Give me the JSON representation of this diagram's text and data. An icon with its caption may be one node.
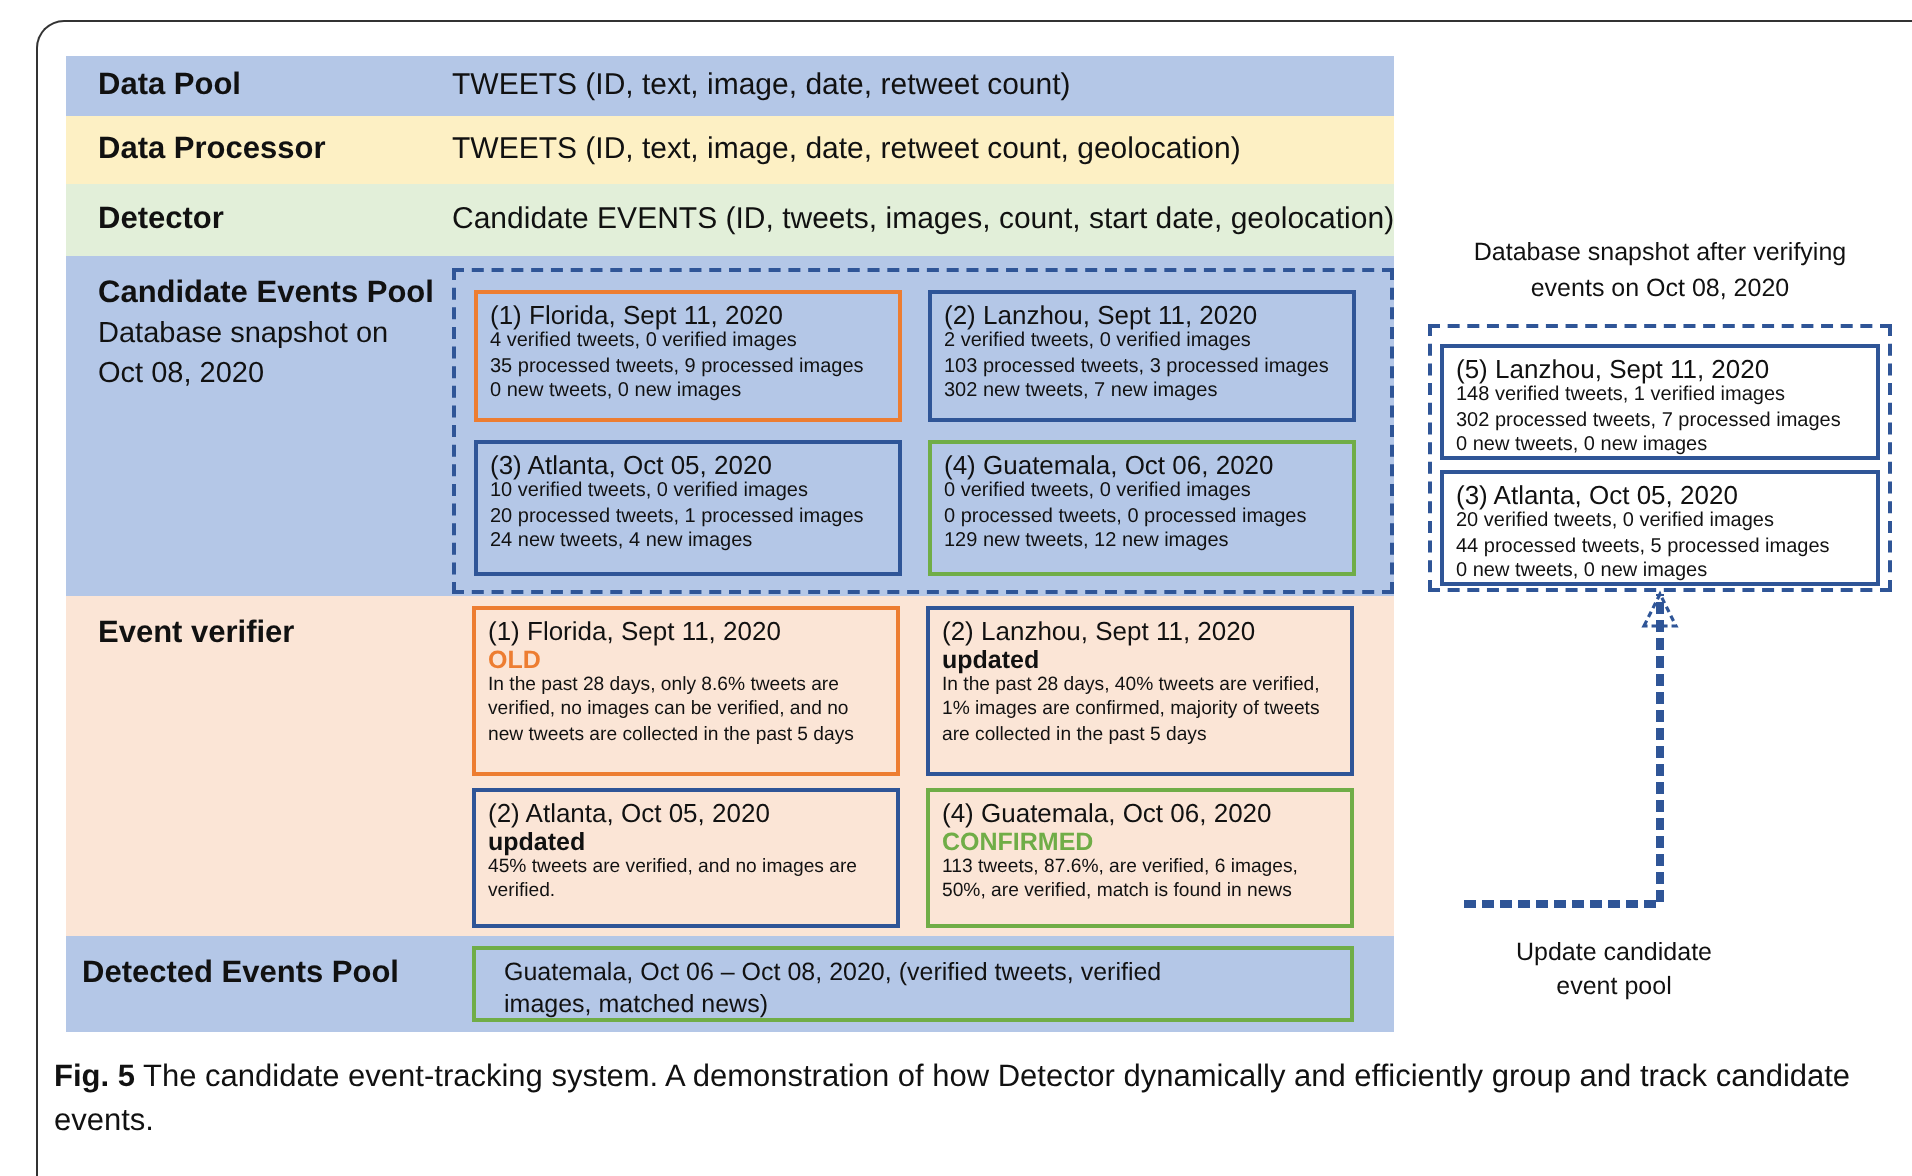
{
  "diagram": {
    "caption": "**Fig. 5** The candidate event-tracking system. A demonstration of how Detector dynamically and efficiently group and track candidate events.",
    "nodes": [
      {
        "text": [
          "Data Pool",
          "TWEETS (ID, text, image, date, retweet count)"
        ]
      },
      {
        "text": [
          "Data Processor",
          "TWEETS (ID, text, image, date, retweet count, geolocation)"
        ]
      },
      {
        "text": [
          "Detector",
          "Candidate EVENTS (ID, tweets, images, count, start date, geolocation)"
        ]
      },
      {
        "text": [
          "Candidate Events Pool",
          "Database snapshot on Oct 08, 2020"
        ]
      },
      {
        "text": [],
        "shape": "box",
        "in": 3
      },
      {
        "text": [
          "(1) Florida, Sept 11, 2020",
          "4 verified tweets, 0 verified images",
          "35 processed tweets, 9 processed images",
          "0 new tweets, 0 new images"
        ],
        "in": 4
      },
      {
        "text": [
          "(2) Lanzhou, Sept 11, 2020",
          "2 verified tweets, 0 verified images",
          "103 processed tweets, 3 processed images",
          "302 new tweets, 7 new images"
        ],
        "in": 4
      },
      {
        "text": [
          "(3) Atlanta, Oct 05, 2020",
          "10 verified tweets, 0 verified images",
          "20 processed tweets, 1 processed images",
          "24 new tweets, 4 new images"
        ],
        "in": 4
      },
      {
        "text": [
          "(4) Guatemala, Oct 06, 2020",
          "0 verified tweets, 0 verified images",
          "0 processed tweets, 0 processed images",
          "129 new tweets, 12 new images"
        ],
        "in": 4
      },
      {
        "text": [
          "Event verifier"
        ]
      },
      {
        "text": [
          "(1) Florida, Sept 11, 2020",
          "OLD",
          "In the past 28 days, only 8.6% tweets are verified, no images can be verified, and no new tweets are collected in the past 5 days"
        ],
        "in": 9
      },
      {
        "text": [
          "(2) Lanzhou, Sept 11, 2020",
          "updated",
          "In the past 28 days, 40% tweets are verified, 1% images are confirmed, majority of tweets are collected in the past 5 days"
        ],
        "in": 9
      },
      {
        "text": [
          "(2) Atlanta, Oct 05, 2020",
          "updated",
          "45% tweets are verified, and no images are verified."
        ],
        "in": 9
      },
      {
        "text": [
          "(4) Guatemala, Oct 06, 2020",
          "CONFIRMED",
          "113 tweets, 87.6%, are verified, 6 images, 50%, are verified, match is found in news"
        ],
        "in": 9
      },
      {
        "text": [
          "Detected Events Pool"
        ]
      },
      {
        "text": [
          "Guatemala, Oct 06 – Oct 08, 2020, (verified tweets, verified images, matched news)"
        ],
        "in": 14
      },
      {
        "text": [
          "Database snapshot after verifying events on Oct 08, 2020"
        ]
      },
      {
        "text": [
          "(5) Lanzhou, Sept 11, 2020",
          "148 verified tweets, 1 verified images",
          "302 processed tweets, 7 processed images",
          "0 new tweets, 0 new images"
        ],
        "in": 16
      },
      {
        "text": [
          "(3) Atlanta, Oct 05, 2020",
          "20 verified tweets, 0 verified images",
          "44 processed tweets, 5 processed images",
          "0 new tweets, 0 new images"
        ],
        "in": 16
      }
    ],
    "edges": [
      {
        "from": null,
        "to": 16,
        "arrow": "to",
        "style": "dashed",
        "label": "Update candidate event pool"
      }
    ]
  }
}
